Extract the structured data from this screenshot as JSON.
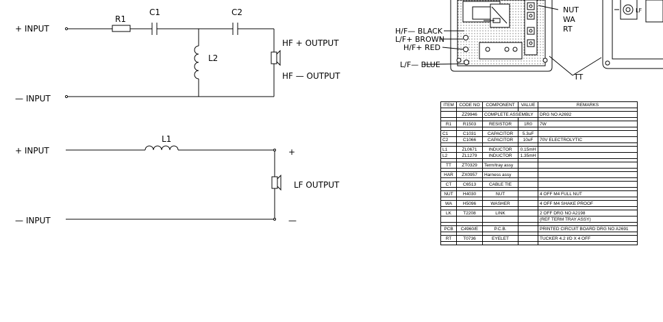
{
  "hf_circuit": {
    "plus_input": "+ INPUT",
    "minus_input": "— INPUT",
    "r1": "R1",
    "c1": "C1",
    "c2": "C2",
    "l2": "L2",
    "plus_output": "HF + OUTPUT",
    "minus_output": "HF — OUTPUT"
  },
  "lf_circuit": {
    "plus_input": "+ INPUT",
    "minus_input": "— INPUT",
    "l1": "L1",
    "plus": "+",
    "minus": "—",
    "output": "LF OUTPUT"
  },
  "assembly": {
    "hf_black": "H/F— BLACK",
    "lf_brown": "L/F+ BROWN",
    "hf_red": "H/F+ RED",
    "lf_blue": "L/F— BLUE",
    "nut": "NUT",
    "wa": "WA",
    "rt": "RT",
    "tt": "TT",
    "lf": "LF"
  },
  "bom": {
    "headers": [
      "ITEM",
      "CODE NO",
      "COMPONENT",
      "VALUE",
      "REMARKS"
    ],
    "rows": [
      [
        "",
        "ZZ9946",
        "COMPLETE ASSEMBLY",
        "",
        "DRG NO A2692"
      ],
      [
        "R1",
        "R1503",
        "RESISTOR",
        "1R0",
        "7W"
      ],
      [
        "C1",
        "C1031",
        "CAPACITOR",
        "5.3uF",
        ""
      ],
      [
        "C2",
        "C1066",
        "CAPACITOR",
        "10uF",
        "70V ELECTROLYTIC"
      ],
      [
        "L1",
        "ZL0671",
        "INDUCTOR",
        "0.15mH",
        ""
      ],
      [
        "L2",
        "ZL1279",
        "INDUCTOR",
        "1.35mH",
        ""
      ],
      [
        "TT",
        "ZT0329",
        "Term/tray assy",
        "",
        ""
      ],
      [
        "HAR",
        "ZX0957",
        "Harness assy",
        "",
        ""
      ],
      [
        "CT",
        "C6513",
        "CABLE TIE",
        "",
        ""
      ],
      [
        "NUT",
        "H4030",
        "NUT",
        "",
        "4 OFF M4 FULL NUT"
      ],
      [
        "WA",
        "H5096",
        "WASHER",
        "",
        "4 OFF M4 SHAKE PROOF"
      ],
      [
        "LK",
        "T2208",
        "LINK",
        "",
        "2 OFF DRG NO A2198"
      ],
      [
        "",
        "",
        "",
        "",
        "(REF TERM TRAY ASSY)"
      ],
      [
        "PCB",
        "C4960/E",
        "P.C.B.",
        "",
        "PRINTED CIRCUIT BOARD DRG NO A2691"
      ],
      [
        "RT",
        "T0736",
        "EYELET",
        "",
        "TUCKER 4.2 I/D X 4 OFF"
      ]
    ]
  }
}
